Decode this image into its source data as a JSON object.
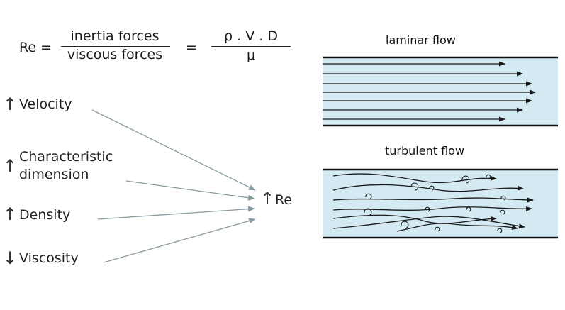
{
  "formula": {
    "lhs": "Re =",
    "numerator": "inertia forces",
    "denominator": "viscous forces",
    "equals": "=",
    "rhs_numerator": "ρ . V . D",
    "rhs_denominator": "μ"
  },
  "parameters": [
    {
      "label": "Velocity",
      "direction": "up"
    },
    {
      "label": "Characteristic\ndimension",
      "direction": "up"
    },
    {
      "label": "Density",
      "direction": "up"
    },
    {
      "label": "Viscosity",
      "direction": "down"
    }
  ],
  "result": {
    "label": "Re",
    "direction": "up"
  },
  "laminar": {
    "title": "laminar flow"
  },
  "turbulent": {
    "title": "turbulent flow"
  },
  "colors": {
    "pipe_fill": "#d4eaf3",
    "arrow": "#8a9aa0",
    "ink": "#1a1a1a"
  }
}
